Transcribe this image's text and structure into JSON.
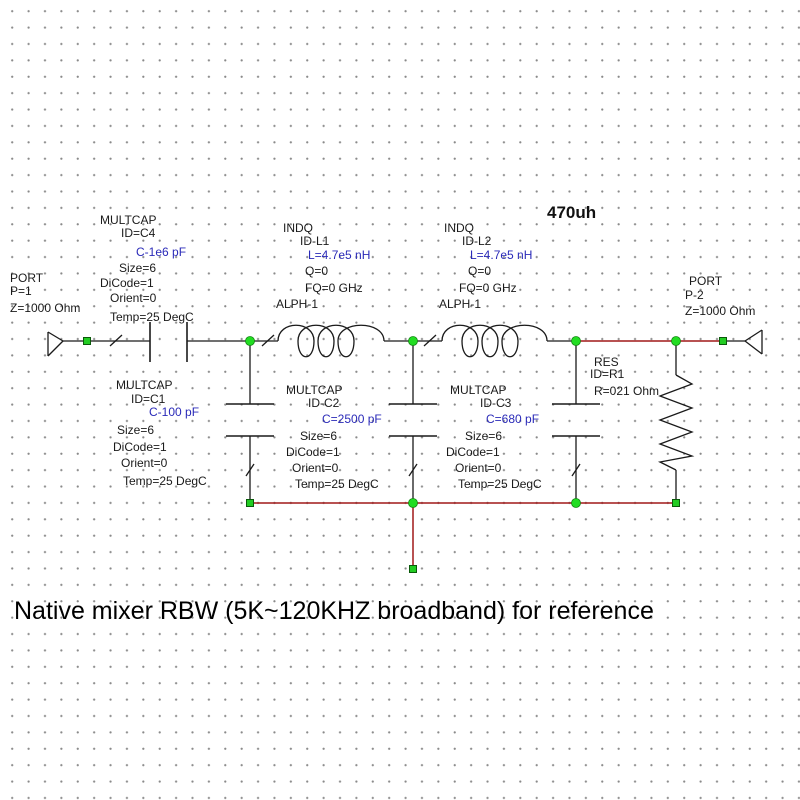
{
  "annotation": "470uh",
  "caption": "Native mixer RBW (5K~120KHZ broadband) for reference",
  "colors": {
    "wire": "#a01818",
    "node": "#22dd22",
    "value_text": "#2a2ab8"
  },
  "port1": {
    "name": "PORT",
    "p": "P=1",
    "z": "Z=1000 Ohm"
  },
  "port2": {
    "name": "PORT",
    "p": "P-2",
    "z": "Z=1000 Ohm"
  },
  "c4": {
    "type": "MULTCAP",
    "id": "ID=C4",
    "c": "C-1e6 pF",
    "size": "Size=6",
    "dicode": "DiCode=1",
    "orient": "Orient=0",
    "temp": "Temp=25 DegC"
  },
  "c1": {
    "type": "MULTCAP",
    "id": "ID=C1",
    "c": "C-100 pF",
    "size": "Size=6",
    "dicode": "DiCode=1",
    "orient": "Orient=0",
    "temp": "Temp=25 DegC"
  },
  "c2": {
    "type": "MULTCAP",
    "id": "ID-C2",
    "c": "C=2500 pF",
    "size": "Size=6",
    "dicode": "DiCode=1",
    "orient": "Orient=0",
    "temp": "Temp=25 DegC"
  },
  "c3": {
    "type": "MULTCAP",
    "id": "ID-C3",
    "c": "C=680 pF",
    "size": "Size=6",
    "dicode": "DiCode=1",
    "orient": "Orient=0",
    "temp": "Temp=25 DegC"
  },
  "l1": {
    "type": "INDQ",
    "id": "ID-L1",
    "l": "L=4.7e5 nH",
    "q": "Q=0",
    "fq": "FQ=0 GHz",
    "alph": "ALPH-1"
  },
  "l2": {
    "type": "INDQ",
    "id": "ID-L2",
    "l": "L=4.7e5 nH",
    "q": "Q=0",
    "fq": "FQ=0 GHz",
    "alph": "ALPH-1"
  },
  "r1": {
    "type": "RES",
    "id": "ID=R1",
    "r": "R=021 Ohm"
  }
}
